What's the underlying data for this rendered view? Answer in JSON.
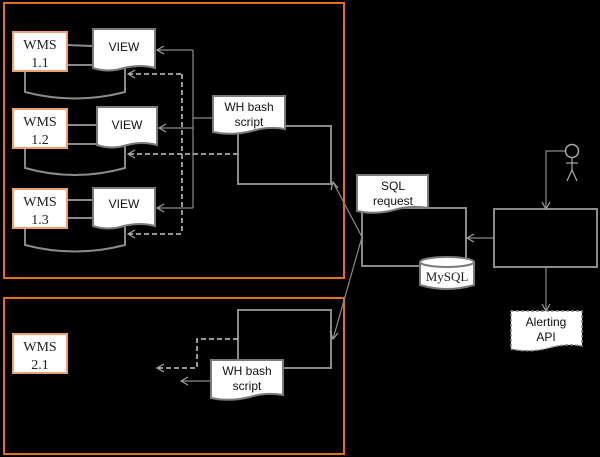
{
  "diagram": {
    "colors": {
      "background": "#000000",
      "frame": "#e0701e",
      "wms_border": "#f0a070",
      "connector": "#8a8a8a",
      "shape_fill": "#ffffff"
    },
    "group1": {
      "wms_nodes": [
        {
          "label_line1": "WMS",
          "label_line2": "1.1",
          "view_label": "VIEW"
        },
        {
          "label_line1": "WMS",
          "label_line2": "1.2",
          "view_label": "VIEW"
        },
        {
          "label_line1": "WMS",
          "label_line2": "1.3",
          "view_label": "VIEW"
        }
      ],
      "script": {
        "line1": "WH bash",
        "line2": "script"
      }
    },
    "group2": {
      "wms_nodes": [
        {
          "label_line1": "WMS",
          "label_line2": "2.1"
        }
      ],
      "script": {
        "line1": "WH bash",
        "line2": "script"
      }
    },
    "sql": {
      "line1": "SQL",
      "line2": "request",
      "db_label": "MySQL"
    },
    "alerting": {
      "line1": "Alerting",
      "line2": "API"
    },
    "actor": {
      "icon": "user-stick-figure-icon"
    }
  }
}
